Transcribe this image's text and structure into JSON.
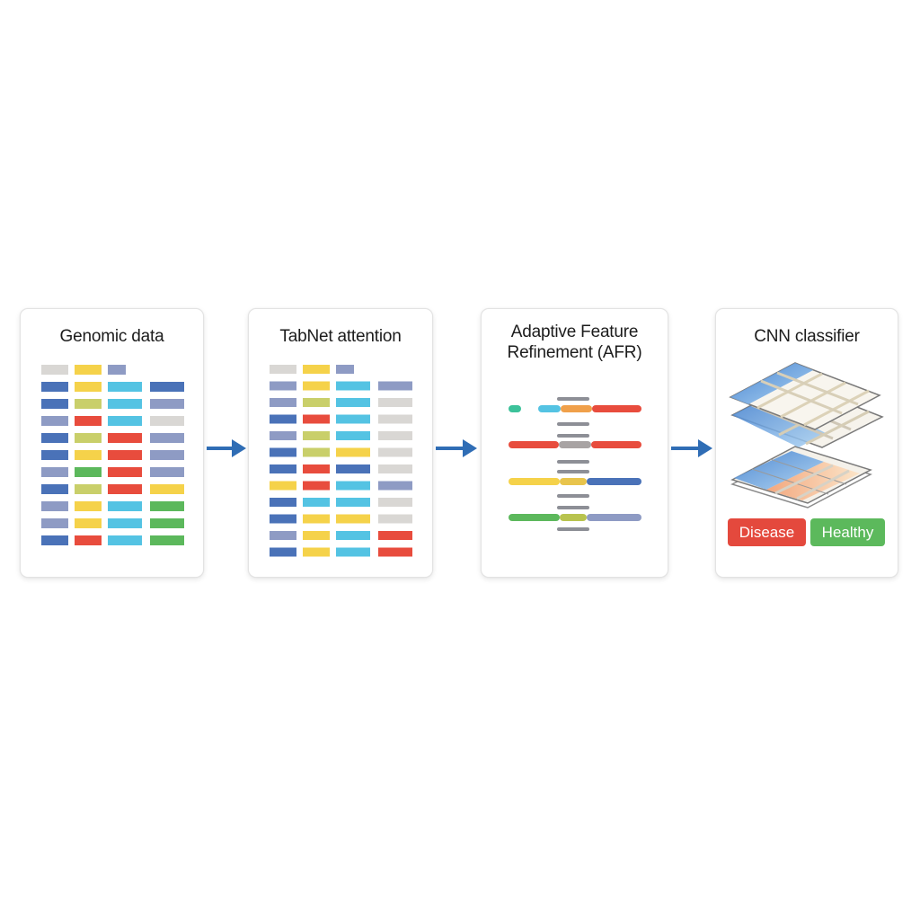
{
  "steps": [
    {
      "title": "Genomic data"
    },
    {
      "title": "TabNet attention"
    },
    {
      "title_lines": [
        "Adaptive Feature",
        "Refinement (AFR)"
      ]
    },
    {
      "title": "CNN classifier"
    }
  ],
  "classes": {
    "disease": "Disease",
    "healthy": "Healthy"
  },
  "colors": {
    "arrow": "#2f6db5",
    "blue": "#4a72b8",
    "gray_blue": "#8e9bc4",
    "yellow": "#f5d24a",
    "olive": "#c9cf6a",
    "light_blue": "#54c3e3",
    "red": "#e84c3d",
    "green": "#5cb85c",
    "light_gray": "#d9d7d4",
    "disease_bg": "#e4493d",
    "healthy_bg": "#5cb95c"
  }
}
